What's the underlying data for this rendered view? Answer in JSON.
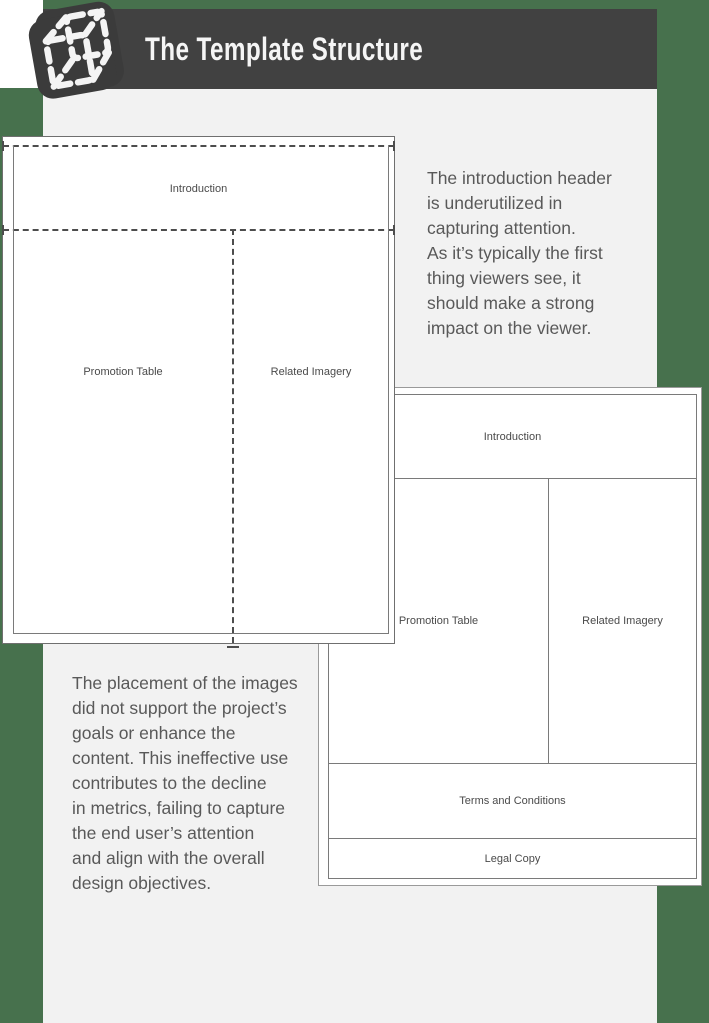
{
  "colors": {
    "green_bg": "#47714d",
    "header_bar": "#414141",
    "page_bg": "#f2f2f2",
    "note_text": "#595959",
    "wireframe_line": "#4d4d4d"
  },
  "header": {
    "title": "The Template Structure",
    "icon": "sketch-cube-icon"
  },
  "wireframe_top": {
    "introduction": "Introduction",
    "promotion_table": "Promotion Table",
    "related_imagery": "Related Imagery"
  },
  "wireframe_bottom": {
    "introduction": "Introduction",
    "promotion_table": "Promotion Table",
    "related_imagery": "Related Imagery",
    "terms": "Terms and Conditions",
    "legal": "Legal Copy"
  },
  "notes": {
    "intro_note": {
      "lines": [
        "The introduction header",
        "is underutilized in",
        "capturing attention.",
        "As it’s typically the first",
        "thing viewers see, it",
        "should make a strong",
        "impact on the viewer."
      ]
    },
    "placement_note": {
      "lines": [
        "The placement of the images",
        "did not support the project’s",
        "goals or enhance the",
        "content. This ineffective use",
        "contributes to the decline",
        "in metrics, failing to capture",
        "the end user’s attention",
        "and align with the overall",
        "design objectives."
      ]
    }
  }
}
